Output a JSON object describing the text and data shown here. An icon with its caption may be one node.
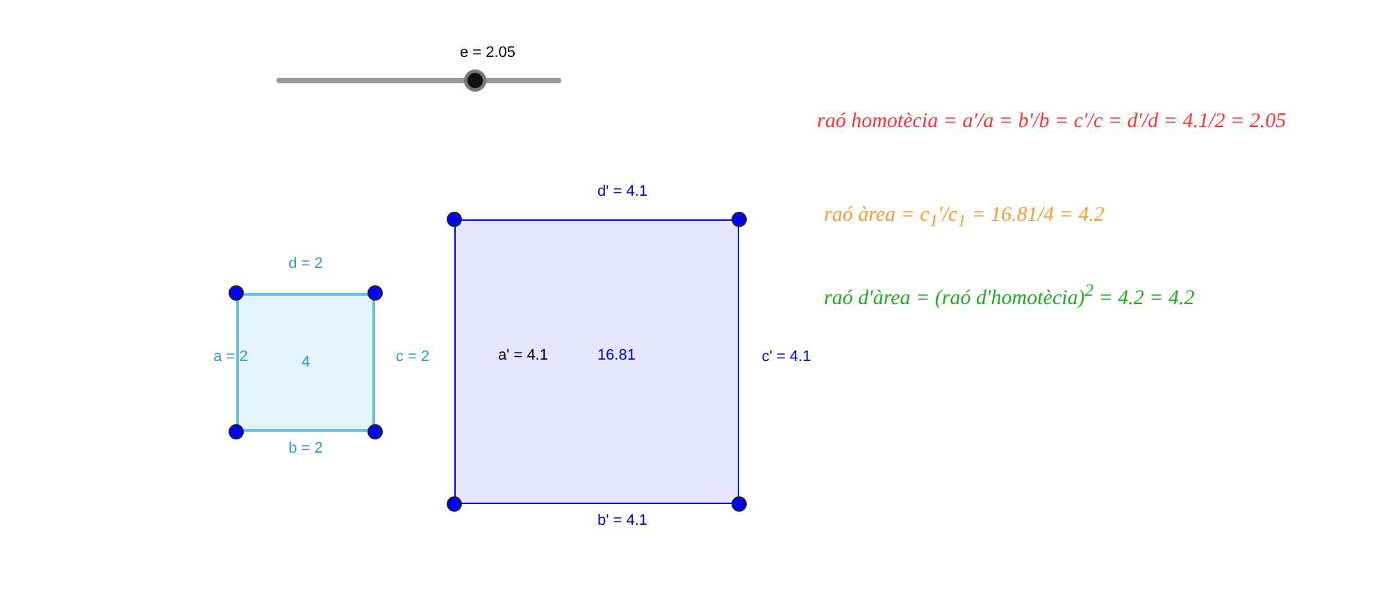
{
  "diagram": {
    "nodes": [
      {
        "text": [
          "4"
        ],
        "beside": [
          "d = 2",
          "a = 2",
          "c = 2",
          "b = 2"
        ]
      },
      {
        "text": [
          "a' = 4.1",
          "16.81"
        ],
        "beside": [
          "d' = 4.1",
          "c' = 4.1",
          "b' = 4.1"
        ]
      }
    ],
    "labels": [
      "e = 2.05",
      "raó homotècia = a′/a = b′/b = c′/c = d′/d = 4.1/2 = 2.05",
      "raó àrea = c$_{1}$′/c$_{1}$ = 16.81/4 = 4.2",
      "raó d′àrea = (raó d′homotècia)$^{2}$ = 4.2 = 4.2"
    ]
  }
}
